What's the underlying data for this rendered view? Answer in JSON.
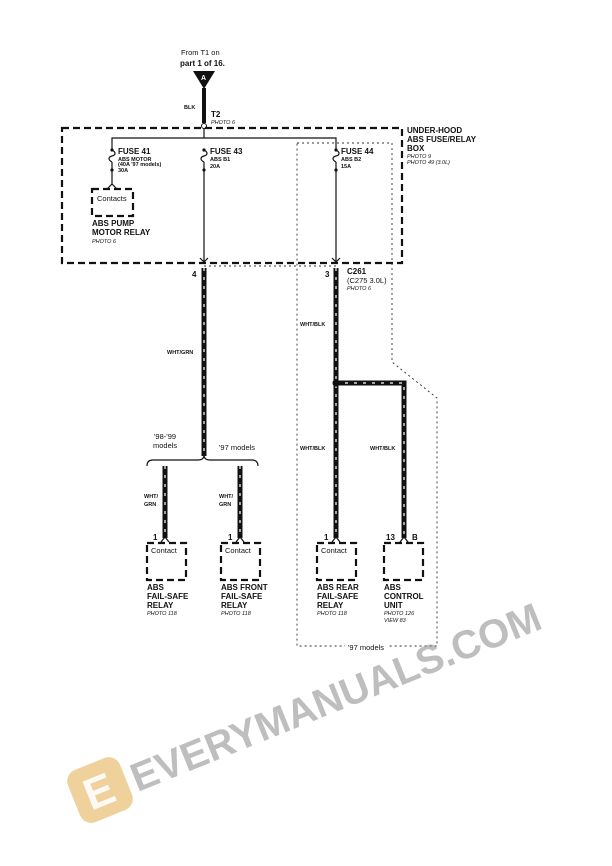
{
  "source": {
    "line1": "From T1 on",
    "line2": "part 1 of 16.",
    "connector": "A"
  },
  "top_wire": {
    "color": "BLK",
    "terminal": "T2",
    "photo": "PHOTO 6"
  },
  "fuse_box": {
    "line1": "UNDER-HOOD",
    "line2": "ABS FUSE/RELAY",
    "line3": "BOX",
    "photo1": "PHOTO 9",
    "photo2": "PHOTO 49 (3.0L)"
  },
  "fuses": [
    {
      "name": "FUSE 41",
      "l1": "ABS MOTOR",
      "l2": "(40A '97 models)",
      "l3": "30A"
    },
    {
      "name": "FUSE 43",
      "l1": "ABS B1",
      "l2": "20A"
    },
    {
      "name": "FUSE 44",
      "l1": "ABS B2",
      "l2": "15A"
    }
  ],
  "pump_relay": {
    "box": "Contacts",
    "l1": "ABS PUMP",
    "l2": "MOTOR RELAY",
    "photo": "PHOTO 6"
  },
  "connector_c261": {
    "pin_left": "4",
    "pin_right": "3",
    "name": "C261",
    "alt": "(C275 3.0L)",
    "photo": "PHOTO 6"
  },
  "wires": {
    "wht_grn": "WHT/GRN",
    "wht_blk": "WHT/BLK",
    "wht_grn_split1": "WHT/",
    "wht_grn_split2": "GRN"
  },
  "model_labels": {
    "m9899_1": "'98-'99",
    "m9899_2": "models",
    "m97": "'97 models",
    "box97": "'97 models"
  },
  "components": [
    {
      "pin": "1",
      "box": "Contact",
      "l1": "ABS",
      "l2": "FAIL-SAFE",
      "l3": "RELAY",
      "photo": "PHOTO 118"
    },
    {
      "pin": "1",
      "box": "Contact",
      "l1": "ABS FRONT",
      "l2": "FAIL-SAFE",
      "l3": "RELAY",
      "photo": "PHOTO 118"
    },
    {
      "pin": "1",
      "box": "Contact",
      "l1": "ABS REAR",
      "l2": "FAIL-SAFE",
      "l3": "RELAY",
      "photo": "PHOTO 118"
    },
    {
      "pin": "13",
      "pin2": "B",
      "box": "",
      "l1": "ABS",
      "l2": "CONTROL",
      "l3": "UNIT",
      "photo": "PHOTO 126",
      "photo2": "VIEW 83"
    }
  ],
  "watermark": {
    "text": "EVERYMANUALS.COM",
    "logo_letter": "E",
    "logo_color": "#e8c27a"
  }
}
